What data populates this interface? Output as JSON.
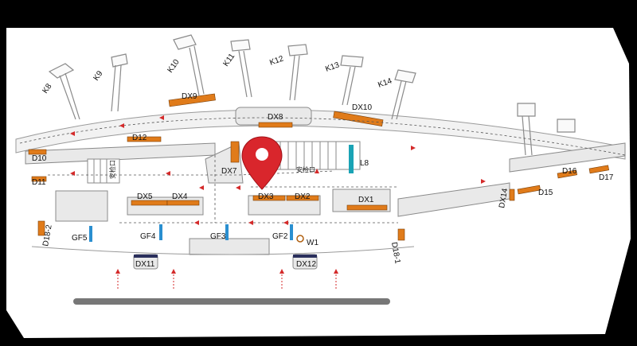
{
  "map": {
    "colors": {
      "background": "#000000",
      "floor": "#ffffff",
      "building": "#e9e9e9",
      "outline": "#9a9a9a",
      "shop": "#e07b1a",
      "blue_counter": "#2a8fd0",
      "teal_counter": "#1aa3b5",
      "dark_counter": "#2a2f5c",
      "route": "#d42a2a",
      "pin": "#d9262c"
    },
    "gates": [
      "K8",
      "K9",
      "K10",
      "K11",
      "K12",
      "K13",
      "K14"
    ],
    "shops": {
      "dx9": "DX9",
      "dx8": "DX8",
      "dx10": "DX10",
      "d12": "D12",
      "d10": "D10",
      "d11": "D11",
      "dx7": "DX7",
      "dx5": "DX5",
      "dx4": "DX4",
      "dx3": "DX3",
      "dx2": "DX2",
      "dx1": "DX1",
      "l8": "L8",
      "d15": "D15",
      "d16": "D16",
      "d17": "D17",
      "dx14": "DX14",
      "d18_1": "D18-1",
      "d18_2": "D18-2",
      "dx11": "DX11",
      "dx12": "DX12",
      "w1": "W1",
      "gf5": "GF5",
      "gf4": "GF4",
      "gf3": "GF3",
      "gf2": "GF2"
    },
    "security_checkpoint": "安检口",
    "security_side_label": "安检口",
    "pin_icon": "location-pin-icon"
  }
}
